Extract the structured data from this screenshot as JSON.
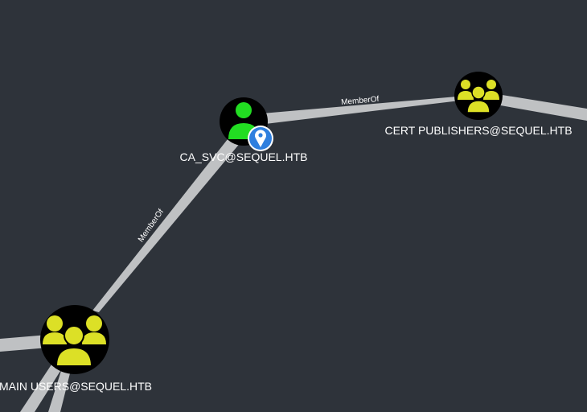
{
  "graph": {
    "nodes": {
      "ca_svc": {
        "label": "CA_SVC@SEQUEL.HTB",
        "type": "user",
        "icon": "user-icon",
        "badge_icon": "map-marker-icon",
        "icon_color": "#22dd22"
      },
      "cert_publishers": {
        "label": "CERT PUBLISHERS@SEQUEL.HTB",
        "type": "group",
        "icon": "group-icon",
        "icon_color": "#dce026"
      },
      "domain_users": {
        "label": "DOMAIN USERS@SEQUEL.HTB",
        "type": "group",
        "icon": "group-icon",
        "icon_color": "#dce026"
      }
    },
    "edges": {
      "ca_svc_to_cert_publishers": {
        "label": "MemberOf"
      },
      "ca_svc_to_domain_users": {
        "label": "MemberOf"
      }
    }
  },
  "colors": {
    "background": "#2e333a",
    "edge": "#bfc1c3",
    "badge": "#2f7fde"
  }
}
